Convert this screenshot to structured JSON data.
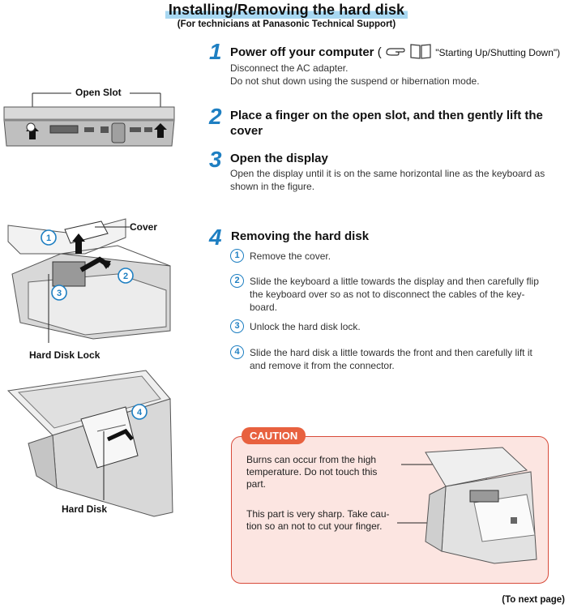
{
  "header": {
    "title": "Installing/Removing the hard disk",
    "subtitle": "(For technicians at Panasonic Technical Support)"
  },
  "steps": [
    {
      "num": "1",
      "title": "Power off your computer",
      "ref": "\"Starting Up/Shutting Down\")",
      "lines": [
        "Disconnect the AC adapter.",
        "Do not shut down using the suspend or hibernation mode."
      ]
    },
    {
      "num": "2",
      "title_lines": [
        "Place a finger on the open slot, and then gently lift the",
        "cover"
      ]
    },
    {
      "num": "3",
      "title": "Open the display",
      "lines": [
        "Open the display until it is on the same horizontal line as the keyboard as",
        "shown in the figure."
      ]
    },
    {
      "num": "4",
      "title": "Removing the hard disk"
    }
  ],
  "substeps": [
    {
      "num": "1",
      "lines": [
        "Remove the cover."
      ]
    },
    {
      "num": "2",
      "lines": [
        "Slide the keyboard a little towards the display and then carefully flip",
        "the keyboard over so as not to disconnect the cables of the key-",
        "board."
      ]
    },
    {
      "num": "3",
      "lines": [
        "Unlock the hard disk lock."
      ]
    },
    {
      "num": "4",
      "lines": [
        "Slide the hard disk a little towards the front and then carefully lift it",
        "and remove it from the connector."
      ]
    }
  ],
  "figure_labels": {
    "open_slot": "Open Slot",
    "cover": "Cover",
    "hard_disk_lock": "Hard Disk Lock",
    "hard_disk": "Hard Disk",
    "callout_1": "1",
    "callout_2": "2",
    "callout_3": "3",
    "callout_4": "4"
  },
  "caution": {
    "label": "CAUTION",
    "burn_lines": [
      "Burns can occur from the high",
      "temperature. Do not touch this",
      "part."
    ],
    "sharp_lines": [
      "This part is very sharp. Take cau-",
      "tion so an not to cut your finger."
    ]
  },
  "footer": {
    "next": "(To next page)"
  },
  "colors": {
    "accent": "#1e7fc2",
    "caution": "#e8613f",
    "caution_bg": "#fce5e1",
    "title_highlight": "#a8d8f2"
  }
}
